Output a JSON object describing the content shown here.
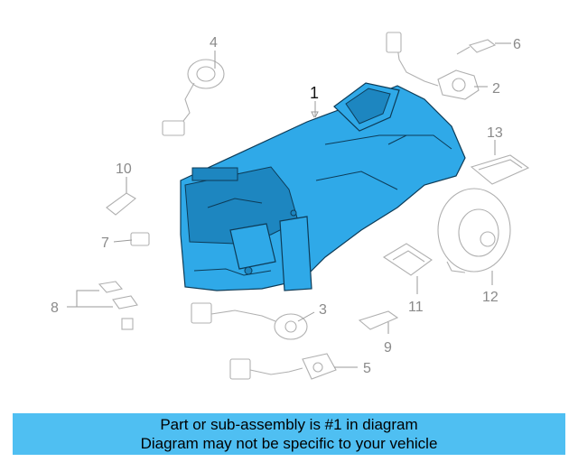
{
  "callouts": {
    "c1": "1",
    "c2": "2",
    "c3": "3",
    "c4": "4",
    "c5": "5",
    "c6": "6",
    "c7": "7",
    "c8": "8",
    "c9": "9",
    "c10": "10",
    "c11": "11",
    "c12": "12",
    "c13": "13"
  },
  "banner": {
    "line1": "Part or sub-assembly is #1 in diagram",
    "line2": "Diagram may not be specific to your vehicle"
  },
  "colors": {
    "highlight": "#2fa9e8",
    "banner": "#4fbff2",
    "outline": "#b0b0b0"
  }
}
